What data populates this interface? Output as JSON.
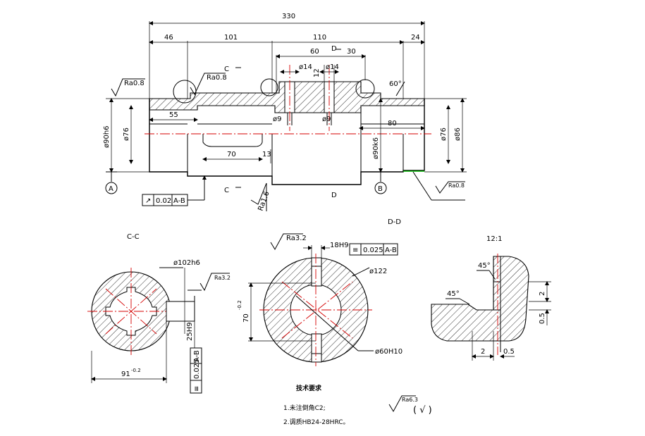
{
  "main_view": {
    "dims_top": [
      "330",
      "46",
      "101",
      "110",
      "24",
      "60",
      "30"
    ],
    "dims_bore": [
      "ø14",
      "ø14",
      "12",
      "ø9",
      "ø9",
      "55",
      "80",
      "70",
      "13"
    ],
    "dims_dia": [
      "ø90h6",
      "ø76",
      "ø90k6",
      "ø76",
      "ø86"
    ],
    "section_marks": [
      "C",
      "C",
      "D",
      "D"
    ],
    "datums": [
      "A",
      "B"
    ],
    "roughness": [
      "Ra0.8",
      "Ra0.8",
      "Ra1.6",
      "Ra0.8"
    ],
    "angle": "60°",
    "runout_frame": {
      "symbol": "↗",
      "value": "0.02",
      "datum": "A-B"
    }
  },
  "section_cc": {
    "title": "C-C",
    "dia": "ø102h6",
    "roughness": "Ra3.2",
    "key_width": "25H9",
    "depth": "91",
    "depth_tol": "-0.2",
    "tol_frame": {
      "symbol": "≡",
      "value": "0.025",
      "datum": "A-B"
    }
  },
  "section_dd": {
    "title": "D-D",
    "roughness": "Ra3.2",
    "key_width": "18H9",
    "outer_dia": "ø122",
    "bore_dia": "ø60H10",
    "depth": "70",
    "depth_tol": "-0.2",
    "tol_frame": {
      "symbol": "≡",
      "value": "0.025",
      "datum": "A-B"
    }
  },
  "detail": {
    "scale": "12:1",
    "angles": [
      "45°",
      "45°"
    ],
    "dims": [
      "2",
      "0.5",
      "2",
      "0.5"
    ]
  },
  "notes": {
    "title": "技术要求",
    "lines": [
      "1.未注倒角C2;",
      "2.调质HB24-28HRC。"
    ],
    "general_roughness": "Ra6.3",
    "paren": "( √ )"
  }
}
